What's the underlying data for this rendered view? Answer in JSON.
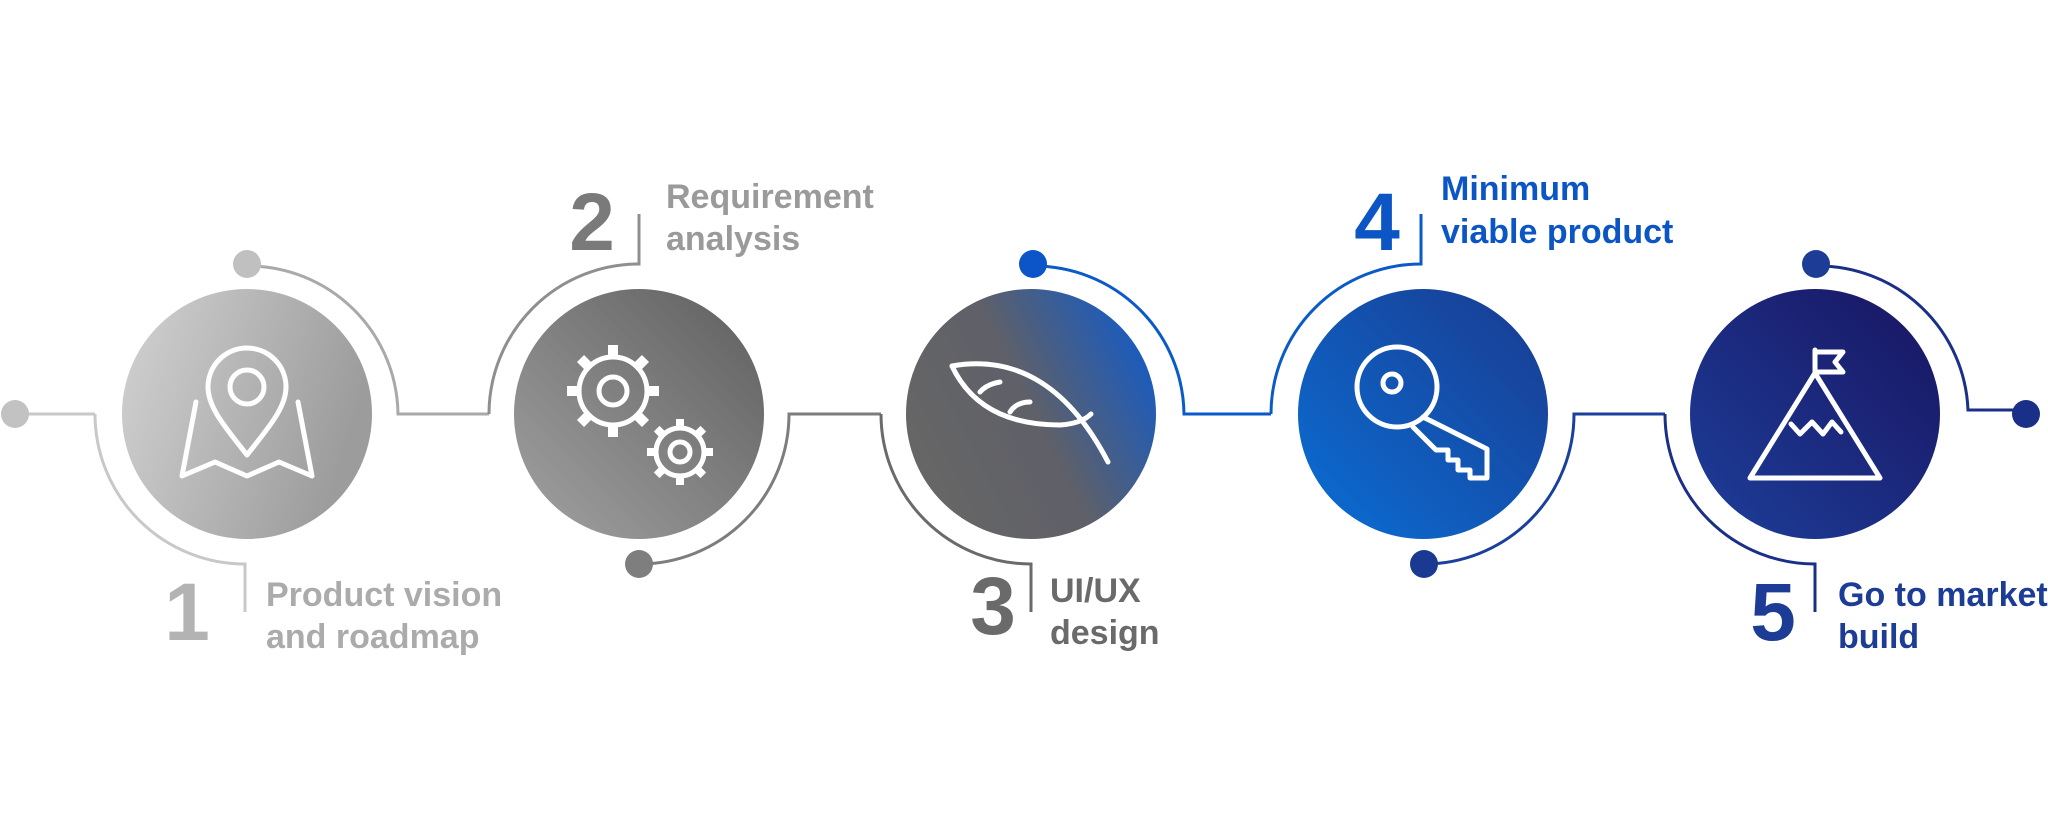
{
  "steps": [
    {
      "number": "1",
      "line1": "Product vision",
      "line2": "and roadmap",
      "icon": "map-pin-icon",
      "number_color": "#b3b3b3",
      "label_color": "#ababab"
    },
    {
      "number": "2",
      "line1": "Requirement",
      "line2": "analysis",
      "icon": "gears-icon",
      "number_color": "#7a7a7a",
      "label_color": "#9a9a9a"
    },
    {
      "number": "3",
      "line1": "UI/UX",
      "line2": "design",
      "icon": "feather-icon",
      "number_color": "#6a6a6a",
      "label_color": "#6a6a6a"
    },
    {
      "number": "4",
      "line1": "Minimum",
      "line2": "viable product",
      "icon": "key-icon",
      "number_color": "#0b55c4",
      "label_color": "#0b55c4"
    },
    {
      "number": "5",
      "line1": "Go to market",
      "line2": "build",
      "icon": "mountain-flag-icon",
      "number_color": "#1c3c96",
      "label_color": "#1c3c96"
    }
  ],
  "colors": {
    "light_gray": "#c8c8c8",
    "mid_gray": "#8f8f8f",
    "dark_gray": "#666666",
    "blue": "#0a5ac8",
    "navy": "#1a2f88"
  }
}
